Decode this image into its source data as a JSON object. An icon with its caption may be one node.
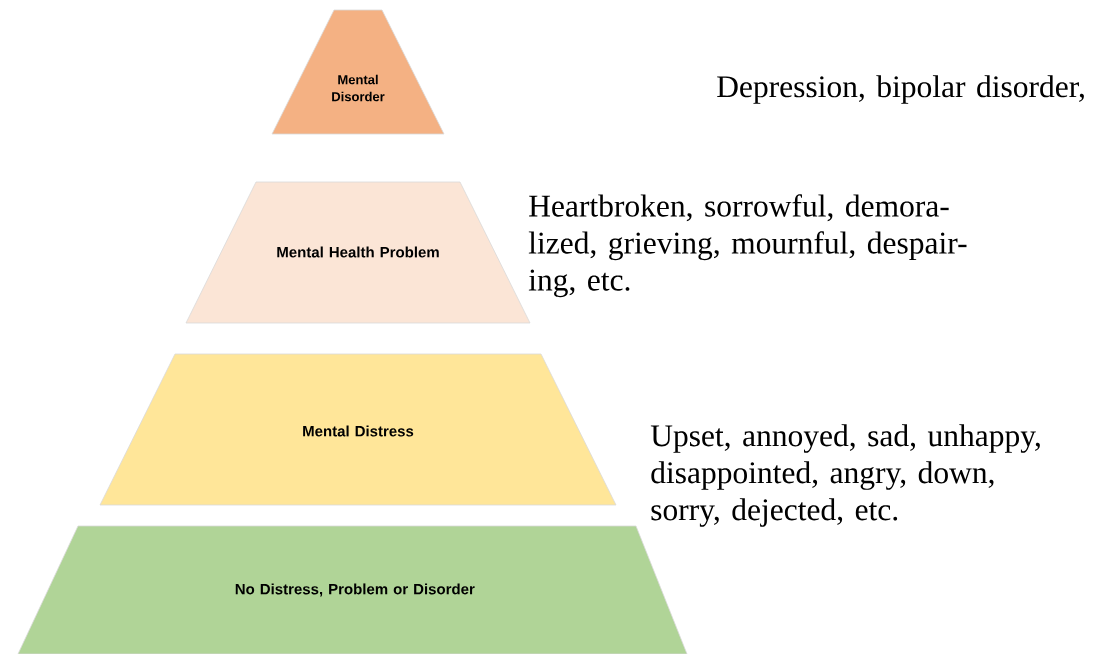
{
  "diagram": {
    "nodes": [
      {
        "text": [
          "Mental Disorder"
        ]
      },
      {
        "text": [
          "Mental Health Problem"
        ]
      },
      {
        "text": [
          "Mental Distress"
        ]
      },
      {
        "text": [
          "No Distress, Problem or Disorder"
        ]
      }
    ],
    "labels": [
      "Depression, bipolar disorder,",
      "Heartbroken, sorrowful, demora- lized, grieving, mournful, despair- ing, etc.",
      "Upset, annoyed, sad, unhappy, disappointed, angry, down, sorry, dejected, etc."
    ]
  }
}
